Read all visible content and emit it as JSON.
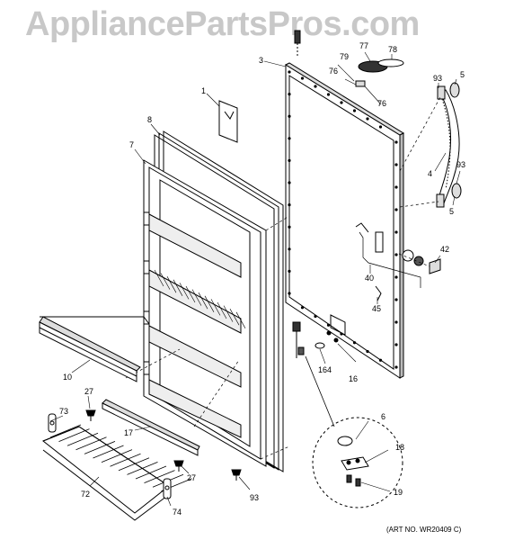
{
  "watermark": "AppliancePartsPros.com",
  "art_number": "(ART NO. WR20409 C)",
  "callouts": {
    "c1": "1",
    "c3": "3",
    "c4": "4",
    "c5a": "5",
    "c5b": "5",
    "c6": "6",
    "c7": "7",
    "c8": "8",
    "c10": "10",
    "c16": "16",
    "c17": "17",
    "c18": "18",
    "c19": "19",
    "c27a": "27",
    "c27b": "27",
    "c40": "40",
    "c42": "42",
    "c45": "45",
    "c72": "72",
    "c73": "73",
    "c74": "74",
    "c76a": "76",
    "c76b": "76",
    "c77": "77",
    "c78": "78",
    "c79": "79",
    "c93a": "93",
    "c93b": "93",
    "c93c": "93",
    "c164": "164"
  }
}
